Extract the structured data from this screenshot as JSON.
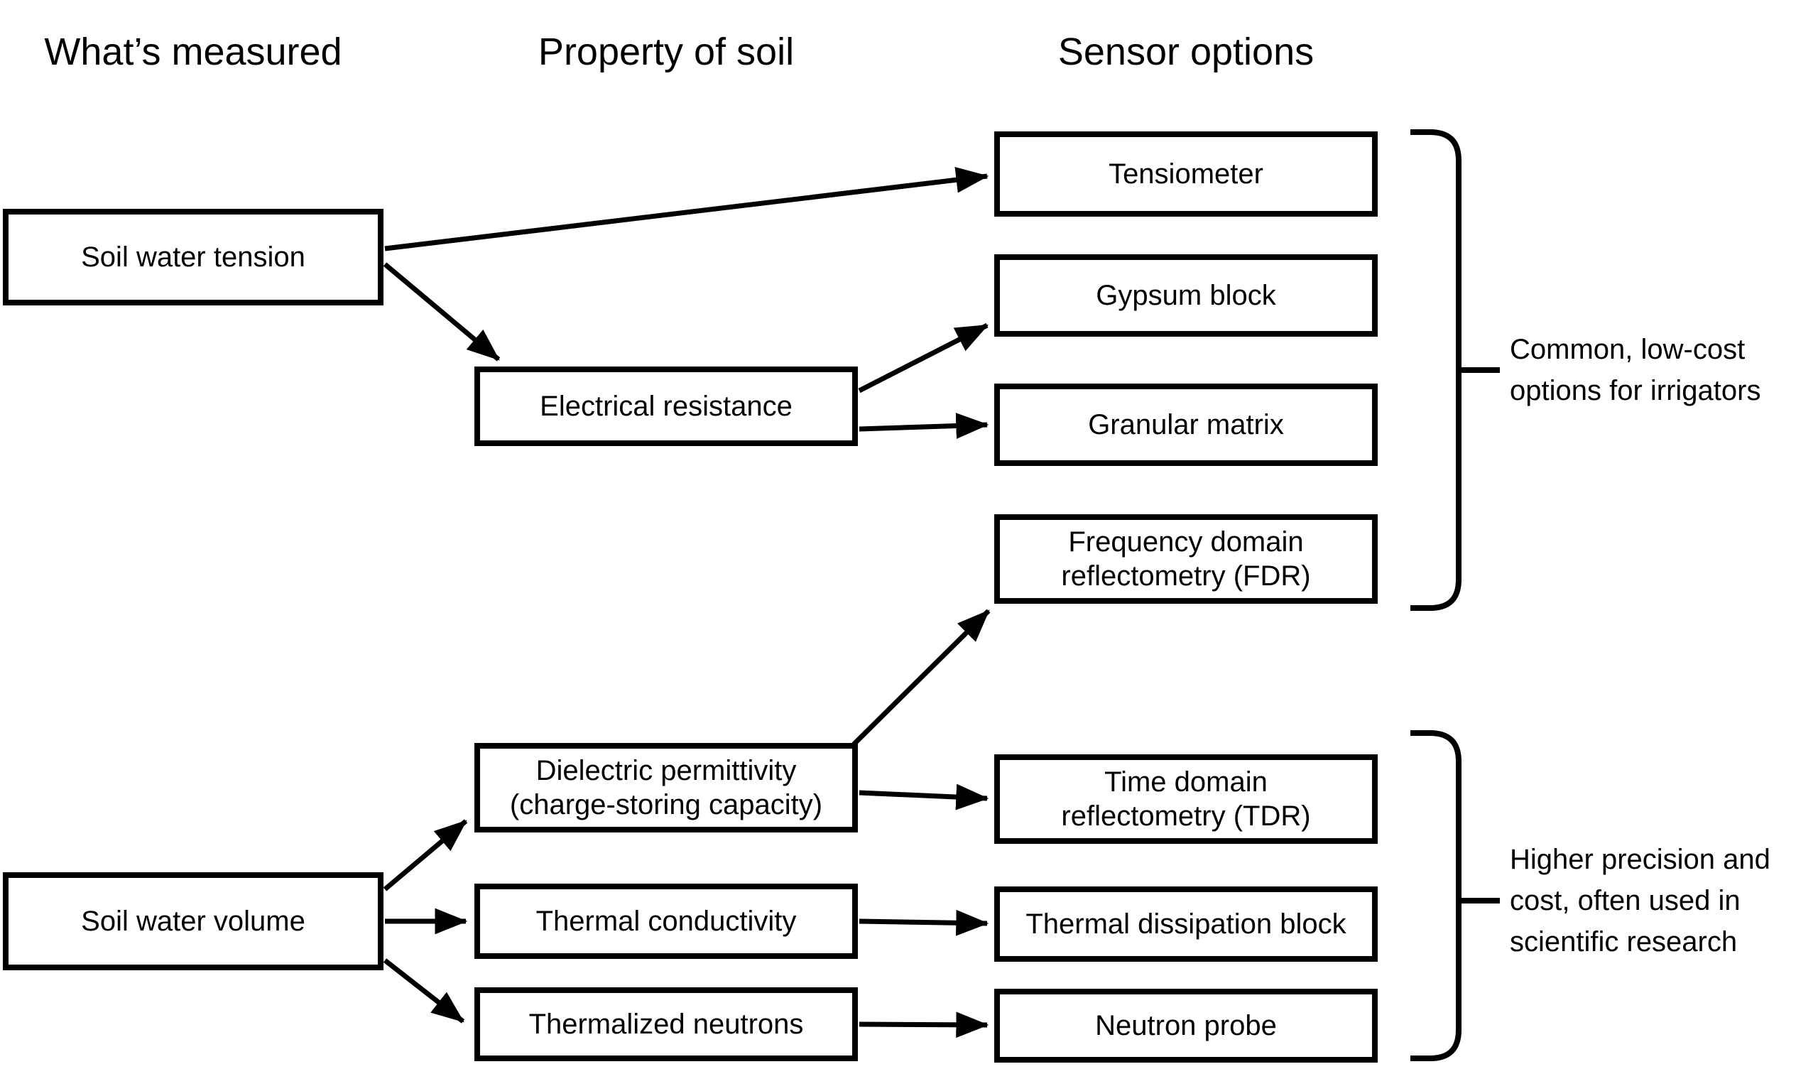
{
  "headers": {
    "measured": "What’s measured",
    "property": "Property of soil",
    "sensors": "Sensor options"
  },
  "nodes": {
    "soil_water_tension": {
      "label": "Soil water tension"
    },
    "soil_water_volume": {
      "label": "Soil water volume"
    },
    "electrical_resistance": {
      "label": "Electrical resistance"
    },
    "dielectric_permittivity": {
      "label": "Dielectric permittivity\n(charge-storing capacity)"
    },
    "thermal_conductivity": {
      "label": "Thermal conductivity"
    },
    "thermalized_neutrons": {
      "label": "Thermalized neutrons"
    },
    "tensiometer": {
      "label": "Tensiometer"
    },
    "gypsum_block": {
      "label": "Gypsum block"
    },
    "granular_matrix": {
      "label": "Granular matrix"
    },
    "frequency_domain_reflectometry": {
      "label": "Frequency domain\nreflectometry (FDR)"
    },
    "time_domain_reflectometry": {
      "label": "Time domain\nreflectometry (TDR)"
    },
    "thermal_dissipation_block": {
      "label": "Thermal dissipation block"
    },
    "neutron_probe": {
      "label": "Neutron probe"
    }
  },
  "annotations": {
    "common_low_cost": {
      "label": "Common, low-cost\noptions for irrigators"
    },
    "higher_precision": {
      "label": "Higher precision and\ncost, often used in\nscientific research"
    }
  },
  "colors": {
    "ink": "#000000",
    "paper": "#ffffff"
  }
}
